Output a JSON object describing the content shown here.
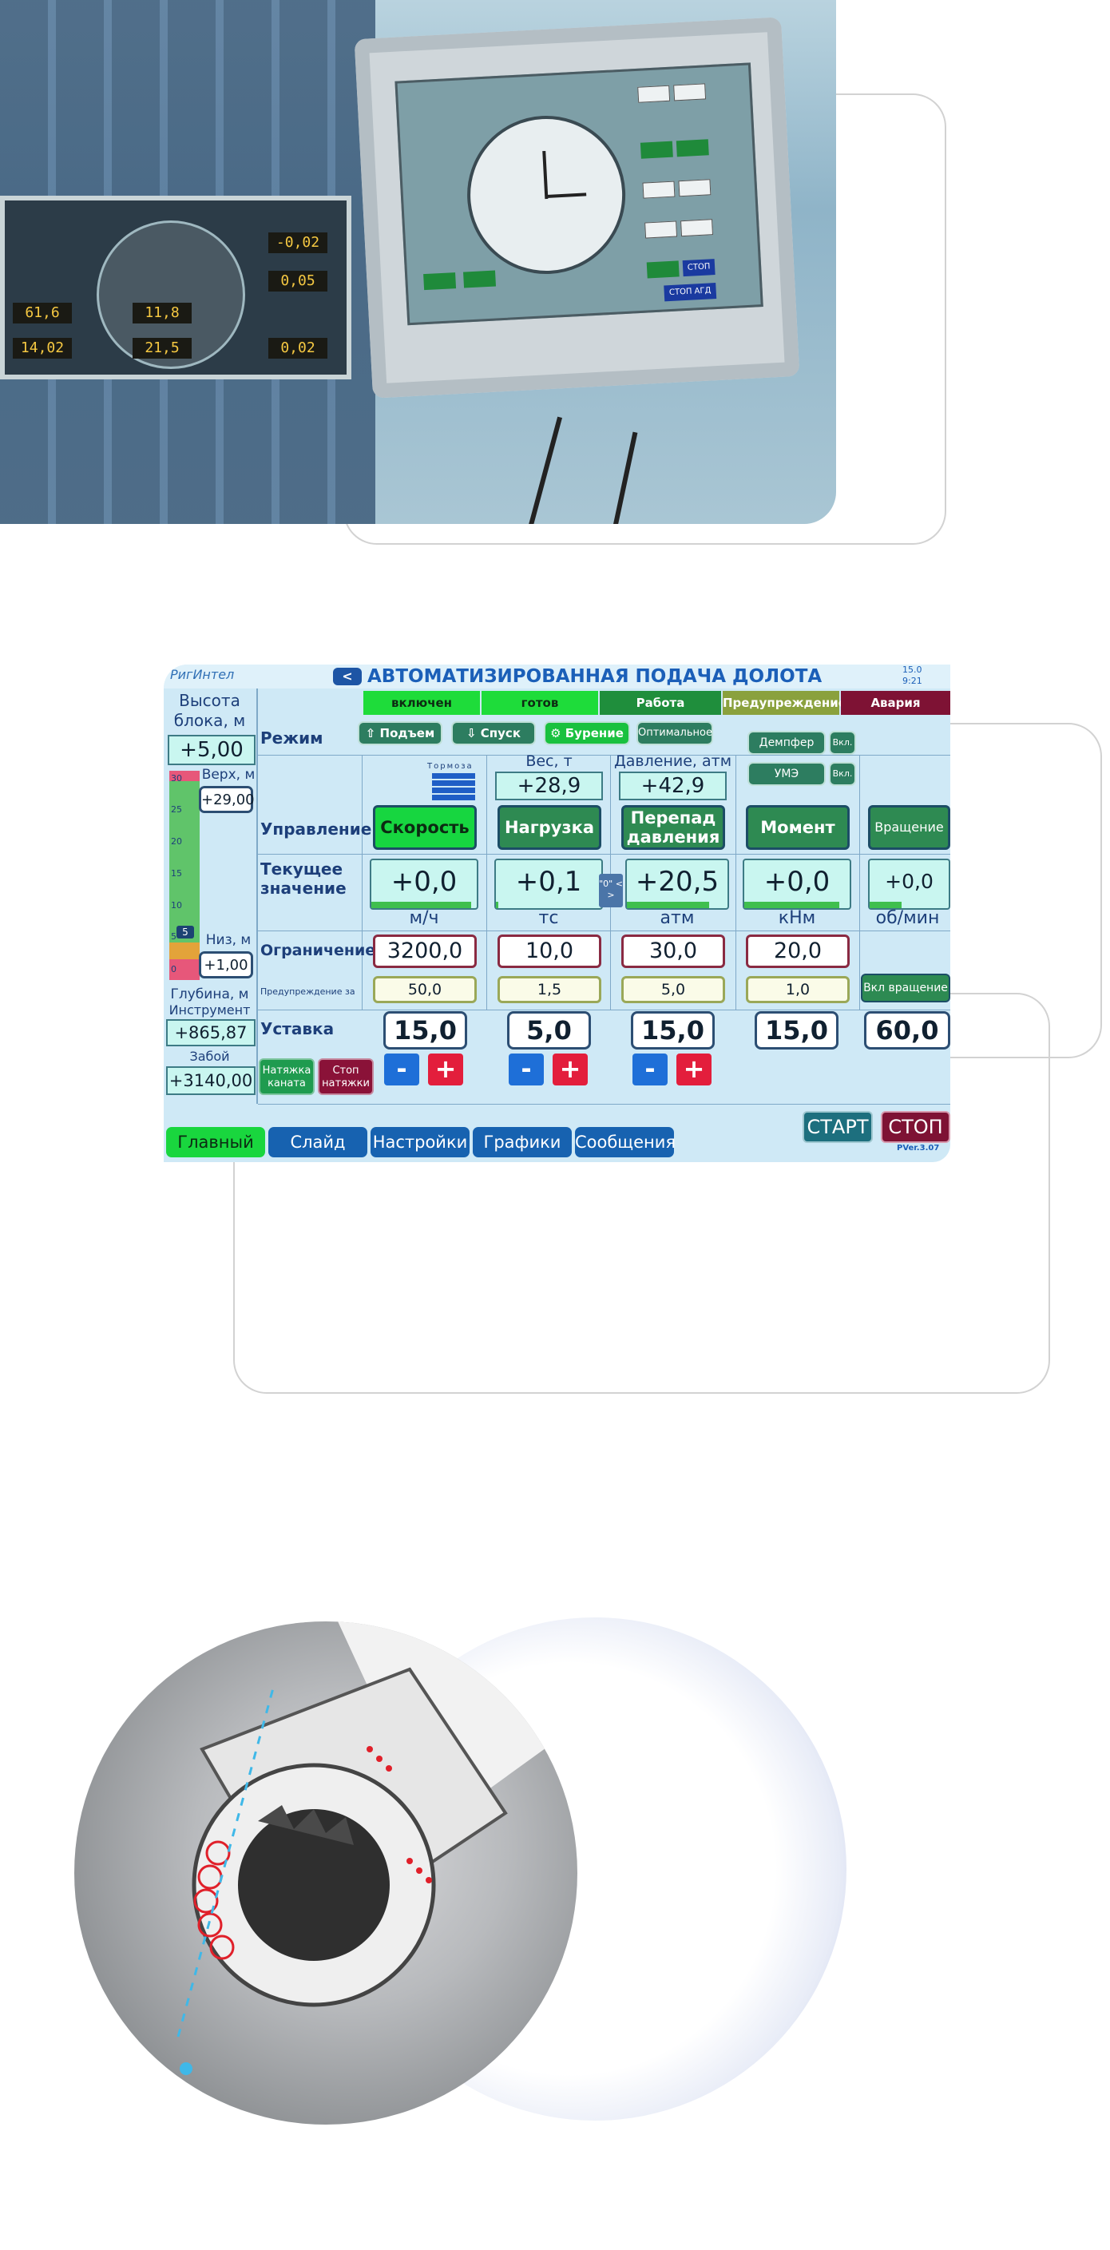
{
  "hmi": {
    "logo": "РигИнтел",
    "back_label": "<",
    "title": "АВТОМАТИЗИРОВАННАЯ ПОДАЧА ДОЛОТА",
    "datetime": [
      "15.0",
      "9:21"
    ],
    "status": [
      {
        "label": "включен",
        "bg": "#1edc3a",
        "fg": "#0d2b12"
      },
      {
        "label": "готов",
        "bg": "#1edc3a",
        "fg": "#0d2b12"
      },
      {
        "label": "Работа",
        "bg": "#1f8e3c",
        "fg": "#ffffff"
      },
      {
        "label": "Предупреждение",
        "bg": "#8aa13d",
        "fg": "#ffffff"
      },
      {
        "label": "Авария",
        "bg": "#7e1234",
        "fg": "#ffffff"
      }
    ],
    "left": {
      "block_height_label": "Высота блока, м",
      "block_height_value": "+5,00",
      "top_label": "Верх, м",
      "top_value": "+29,00",
      "bottom_label": "Низ, м",
      "bottom_value": "+1,00",
      "scale_ticks": [
        "30",
        "25",
        "20",
        "15",
        "10",
        "5",
        "0"
      ],
      "scale_marker": "5",
      "depth_label": "Глубина, м",
      "tool_label": "Инструмент",
      "tool_value": "+865,87",
      "bottomhole_label": "Забой",
      "bottomhole_value": "+3140,00",
      "tension_btn": "Натяжка каната",
      "stop_tension_btn": "Стоп натяжки"
    },
    "rows": {
      "mode": "Режим",
      "control": "Управление",
      "current": "Текущее значение",
      "limit": "Ограничение",
      "warning": "Предупреждение за",
      "setpoint": "Уставка"
    },
    "modes": [
      "Подъем",
      "Спуск",
      "Бурение",
      "Оптимальное"
    ],
    "damper_label": "Демпфер",
    "ume_label": "УМЭ",
    "vkl_label": "Вкл.",
    "brake_label": "Тормоза",
    "weight_label": "Вес, т",
    "weight_value": "+28,9",
    "pressure_label": "Давление, атм",
    "pressure_value": "+42,9",
    "zero_label": "\"0\" < >",
    "columns": [
      {
        "control": "Скорость",
        "current": "+0,0",
        "unit": "м/ч",
        "limit": "3200,0",
        "warning": "50,0",
        "setpoint": "15,0",
        "bar": 0.95
      },
      {
        "control": "Нагрузка",
        "current": "+0,1",
        "unit": "тс",
        "limit": "10,0",
        "warning": "1,5",
        "setpoint": "5,0",
        "bar": 0.02
      },
      {
        "control": "Перепад давления",
        "current": "+20,5",
        "unit": "атм",
        "limit": "30,0",
        "warning": "5,0",
        "setpoint": "15,0",
        "bar": 0.82
      },
      {
        "control": "Момент",
        "current": "+0,0",
        "unit": "кНм",
        "limit": "20,0",
        "warning": "1,0",
        "setpoint": "15,0",
        "bar": 0.9
      },
      {
        "control": "Вращение",
        "current": "+0,0",
        "unit": "об/мин",
        "setpoint": "60,0",
        "bar": 0.4
      }
    ],
    "rotation_on_btn": "Вкл вращение",
    "minus": "-",
    "plus": "+",
    "start_label": "СТАРТ",
    "stop_label": "СТОП",
    "version": "PVer.3.07",
    "tabs": [
      "Главный",
      "Слайд",
      "Настройки",
      "Графики",
      "Сообщения"
    ]
  },
  "photo1": {
    "left_displays": [
      "-0,02",
      "0,05",
      "61,6",
      "11,8",
      "21,5",
      "14,02",
      "0,02"
    ],
    "screen_buttons": [
      "СТОП",
      "СТОП АГД"
    ]
  }
}
